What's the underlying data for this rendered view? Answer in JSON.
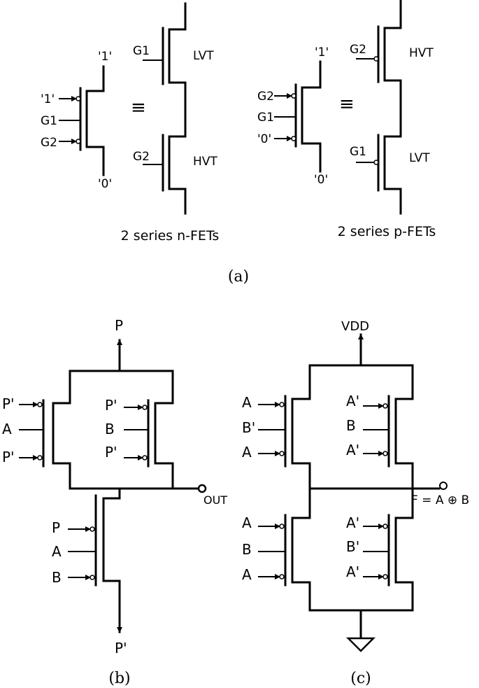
{
  "panel_a": {
    "left": {
      "top_node": "'1'",
      "bottom_node": "'0'",
      "inputs": [
        "'1'",
        "G1",
        "G2"
      ],
      "equiv": "≡",
      "top_gate": "G1",
      "top_type": "LVT",
      "bottom_gate": "G2",
      "bottom_type": "HVT",
      "caption": "2 series n-FETs"
    },
    "right": {
      "top_node": "'1'",
      "bottom_node": "'0'",
      "inputs": [
        "G2",
        "G1",
        "'0'"
      ],
      "equiv": "≡",
      "top_gate": "G2",
      "top_type": "HVT",
      "bottom_gate": "G1",
      "bottom_type": "LVT",
      "caption": "2 series p-FETs"
    },
    "label": "(a)"
  },
  "panel_b": {
    "top_node": "P",
    "left_inputs": [
      "P'",
      "A",
      "P'"
    ],
    "right_inputs": [
      "P'",
      "B",
      "P'"
    ],
    "output": "OUT",
    "bottom_inputs": [
      "P",
      "A",
      "B"
    ],
    "bottom_node": "P'",
    "label": "(b)"
  },
  "panel_c": {
    "top_node": "VDD",
    "upper_left_inputs": [
      "A",
      "B'",
      "A"
    ],
    "upper_right_inputs": [
      "A'",
      "B",
      "A'"
    ],
    "output": "F = A ⊕ B",
    "lower_left_inputs": [
      "A",
      "B",
      "A"
    ],
    "lower_right_inputs": [
      "A'",
      "B'",
      "A'"
    ],
    "label": "(c)"
  }
}
